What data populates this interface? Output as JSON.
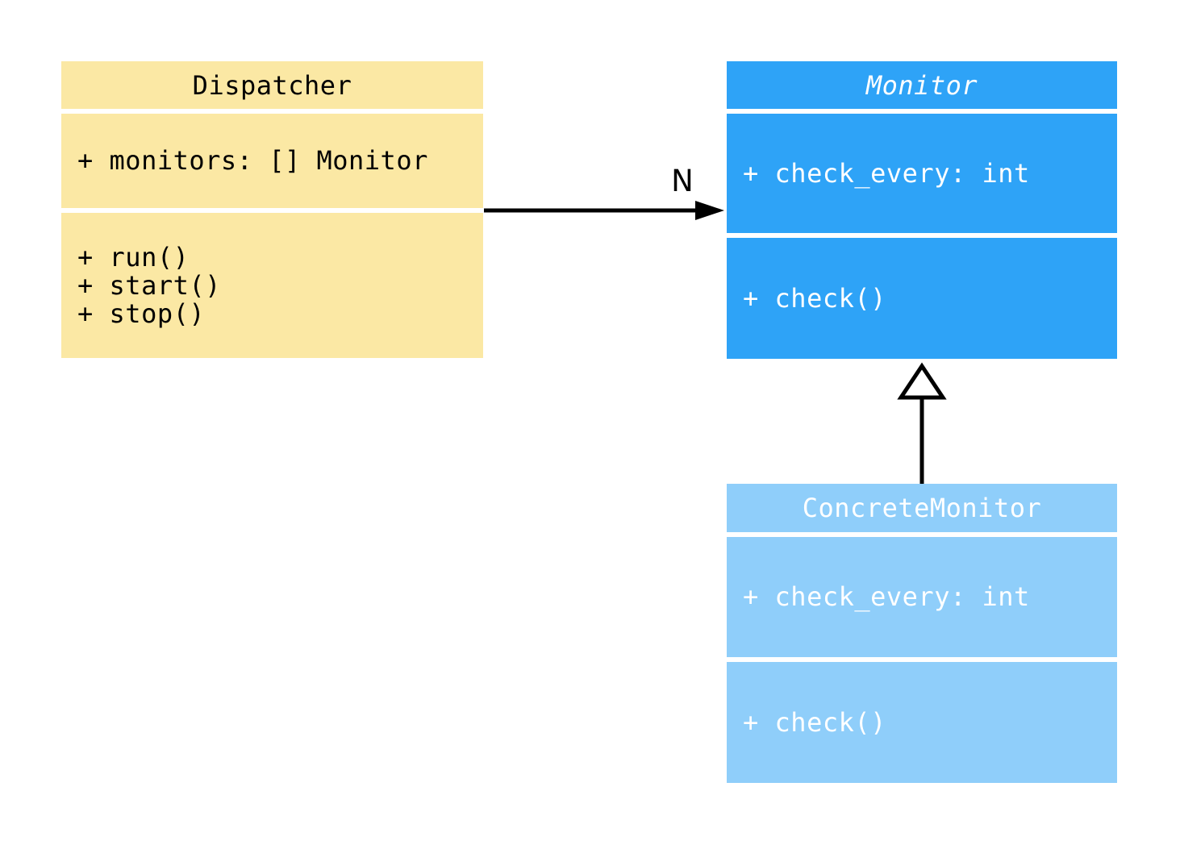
{
  "canvas": {
    "background_color": "#FFFFFF"
  },
  "diagram": {
    "type": "uml-class-diagram",
    "classes": [
      {
        "name": "Dispatcher",
        "abstract": false,
        "attributes": [
          "+ monitors: [] Monitor"
        ],
        "methods": [
          "+ run()",
          "+ start()",
          "+ stop()"
        ],
        "bg_color": "#FBE8A4",
        "text_color": "#000000"
      },
      {
        "name": "Monitor",
        "abstract": true,
        "attributes": [
          "+ check_every: int"
        ],
        "methods": [
          "+ check()"
        ],
        "bg_color": "#2EA3F7",
        "text_color": "#FFFFFF"
      },
      {
        "name": "ConcreteMonitor",
        "abstract": false,
        "attributes": [
          "+ check_every: int"
        ],
        "methods": [
          "+ check()"
        ],
        "bg_color": "#8FCEFA",
        "text_color": "#FFFFFF"
      }
    ],
    "relations": [
      {
        "type": "association",
        "from": "Dispatcher",
        "to": "Monitor",
        "label": "N",
        "line_color": "#000000"
      },
      {
        "type": "inheritance",
        "from": "ConcreteMonitor",
        "to": "Monitor",
        "label": "",
        "line_color": "#000000"
      }
    ]
  }
}
